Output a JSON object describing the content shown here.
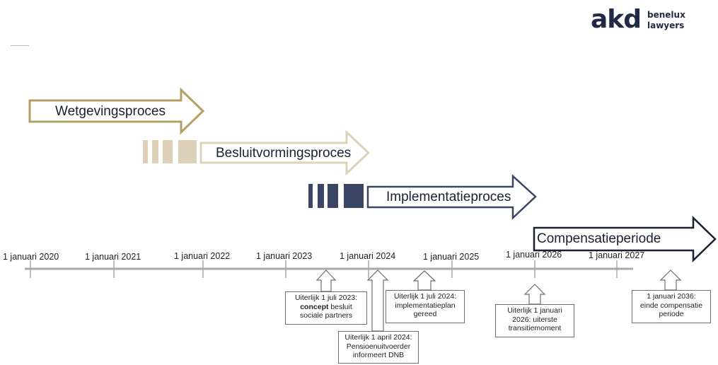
{
  "brand": {
    "mark": "akd",
    "line1": "benelux",
    "line2": "lawyers"
  },
  "colors": {
    "gold": "#b5a064",
    "beige": "#d8ccb1",
    "navy": "#3a4664",
    "grey_axis": "#a9a9a9",
    "dark": "#1a1f33"
  },
  "phases": [
    {
      "label": "Wetgevingsproces"
    },
    {
      "label": "Besluitvormingsproces"
    },
    {
      "label": "Implementatieproces"
    },
    {
      "label": "Compensatieperiode"
    }
  ],
  "timeline": {
    "years": [
      "1 januari 2020",
      "1 januari 2021",
      "1 januari 2022",
      "1 januari 2023",
      "1 januari 2024",
      "1 januari 2025",
      "1 januari 2026",
      "1 januari 2027"
    ]
  },
  "milestones": [
    {
      "line1": "Uiterlijk 1 juli 2023:",
      "line2_bold": "concept",
      "line2_rest": " besluit",
      "line3": "sociale partners"
    },
    {
      "line1": "Uiterlijk 1 april 2024:",
      "line2": "Pensioenuitvoerder",
      "line3": "informeert DNB"
    },
    {
      "line1": "Uiterlijk 1 juli 2024:",
      "line2": "implementatieplan",
      "line3": "gereed"
    },
    {
      "line1": "Uiterlijk 1 januari",
      "line2": "2026: uiterste",
      "line3": "transitiemoment"
    },
    {
      "line1": "1 januari 2036:",
      "line2": "einde compensatie",
      "line3": "periode"
    }
  ]
}
